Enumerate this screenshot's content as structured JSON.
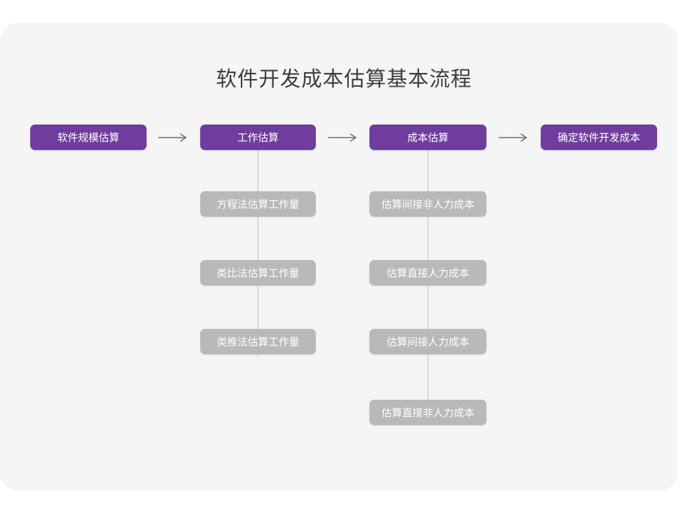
{
  "page": {
    "title": "软件开发成本估算基本流程",
    "background_color": "#ffffff",
    "card_color": "#f5f5f5",
    "primary_color": "#6f3d9e",
    "secondary_color": "#b9b9b9",
    "connector_color": "#d9d9d9",
    "title_color": "#3d3d3d"
  },
  "flow": {
    "main_steps": [
      {
        "label": "软件规模估算"
      },
      {
        "label": "工作估算"
      },
      {
        "label": "成本估算"
      },
      {
        "label": "确定软件开发成本"
      }
    ],
    "arrows": [
      {
        "glyph": "⟶"
      },
      {
        "glyph": "⟶"
      },
      {
        "glyph": "⟶"
      }
    ],
    "branch_work_estimation": {
      "parent": "工作估算",
      "items": [
        {
          "label": "方程法估算工作量"
        },
        {
          "label": "类比法估算工作量"
        },
        {
          "label": "类推法估算工作量"
        }
      ]
    },
    "branch_cost_estimation": {
      "parent": "成本估算",
      "items": [
        {
          "label": "估算间接非人力成本"
        },
        {
          "label": "估算直接人力成本"
        },
        {
          "label": "估算间接人力成本"
        },
        {
          "label": "估算直接非人力成本"
        }
      ]
    }
  }
}
